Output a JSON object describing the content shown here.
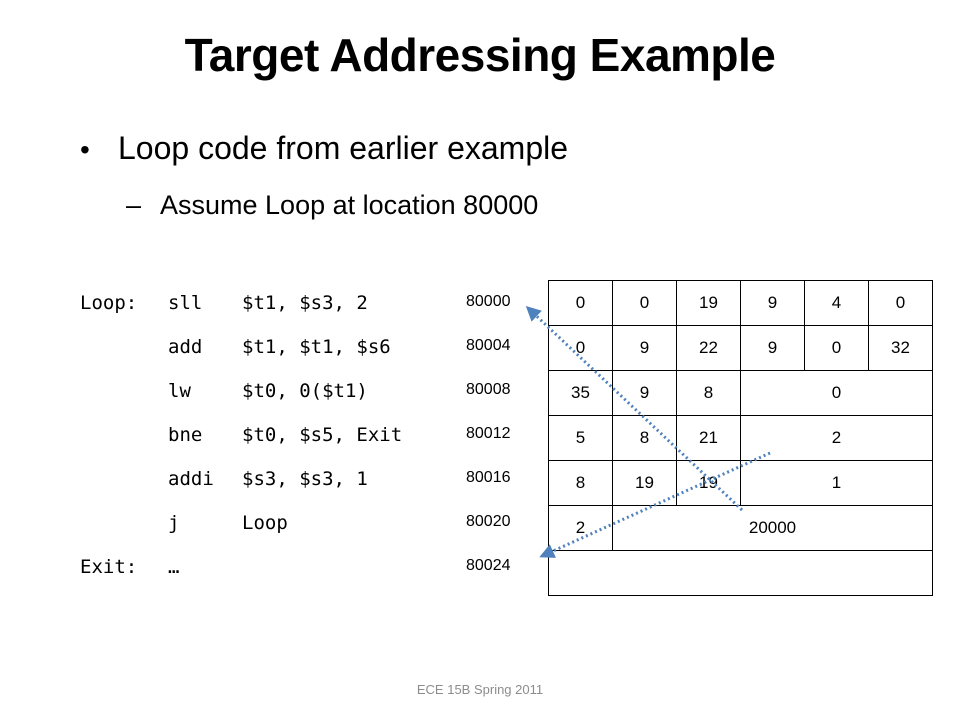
{
  "slide": {
    "title": "Target Addressing Example",
    "bullet": "Loop code from earlier example",
    "sub_bullet": "Assume Loop at location 80000",
    "footer": "ECE 15B Spring 2011"
  },
  "program": [
    {
      "label": "Loop:",
      "op": "sll",
      "operands": "$t1, $s3, 2",
      "address": "80000",
      "fields": [
        "0",
        "0",
        "19",
        "9",
        "4",
        "0"
      ]
    },
    {
      "label": "",
      "op": "add",
      "operands": "$t1, $t1, $s6",
      "address": "80004",
      "fields": [
        "0",
        "9",
        "22",
        "9",
        "0",
        "32"
      ]
    },
    {
      "label": "",
      "op": "lw",
      "operands": "$t0, 0($t1)",
      "address": "80008",
      "fields": [
        "35",
        "9",
        "8",
        "0"
      ]
    },
    {
      "label": "",
      "op": "bne",
      "operands": "$t0, $s5, Exit",
      "address": "80012",
      "fields": [
        "5",
        "8",
        "21",
        "2"
      ]
    },
    {
      "label": "",
      "op": "addi",
      "operands": "$s3, $s3, 1",
      "address": "80016",
      "fields": [
        "8",
        "19",
        "19",
        "1"
      ]
    },
    {
      "label": "",
      "op": "j",
      "operands": "Loop",
      "address": "80020",
      "fields": [
        "2",
        "20000"
      ]
    },
    {
      "label": "Exit:",
      "op": "…",
      "operands": "",
      "address": "80024",
      "fields": [
        ""
      ]
    }
  ],
  "colors": {
    "arrow": "#4f81bd"
  }
}
